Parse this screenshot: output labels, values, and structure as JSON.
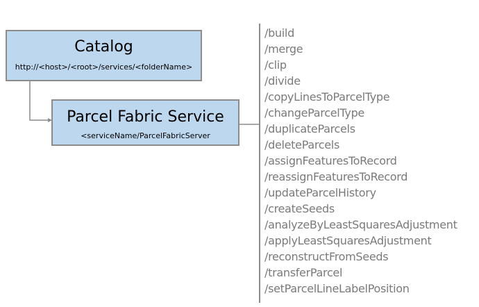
{
  "catalog": {
    "title": "Catalog",
    "url": "http://<host>/<root>/services/<folderName>"
  },
  "service": {
    "title": "Parcel Fabric Service",
    "url": "<serviceName/ParcelFabricServer"
  },
  "operations": [
    "/build",
    "/merge",
    "/clip",
    "/divide",
    "/copyLinesToParcelType",
    "/changeParcelType",
    "/duplicateParcels",
    "/deleteParcels",
    "/assignFeaturesToRecord",
    "/reassignFeaturesToRecord",
    "/updateParcelHistory",
    "/createSeeds",
    "/analyzeByLeastSquaresAdjustment",
    "/applyLeastSquaresAdjustment",
    "/reconstructFromSeeds",
    "/transferParcel",
    "/setParcelLineLabelPosition"
  ],
  "colors": {
    "box_fill": "#bdd7ee",
    "box_border": "#8c8c8c",
    "connector": "#8c8c8c",
    "operation_text": "#7a7a7a"
  }
}
